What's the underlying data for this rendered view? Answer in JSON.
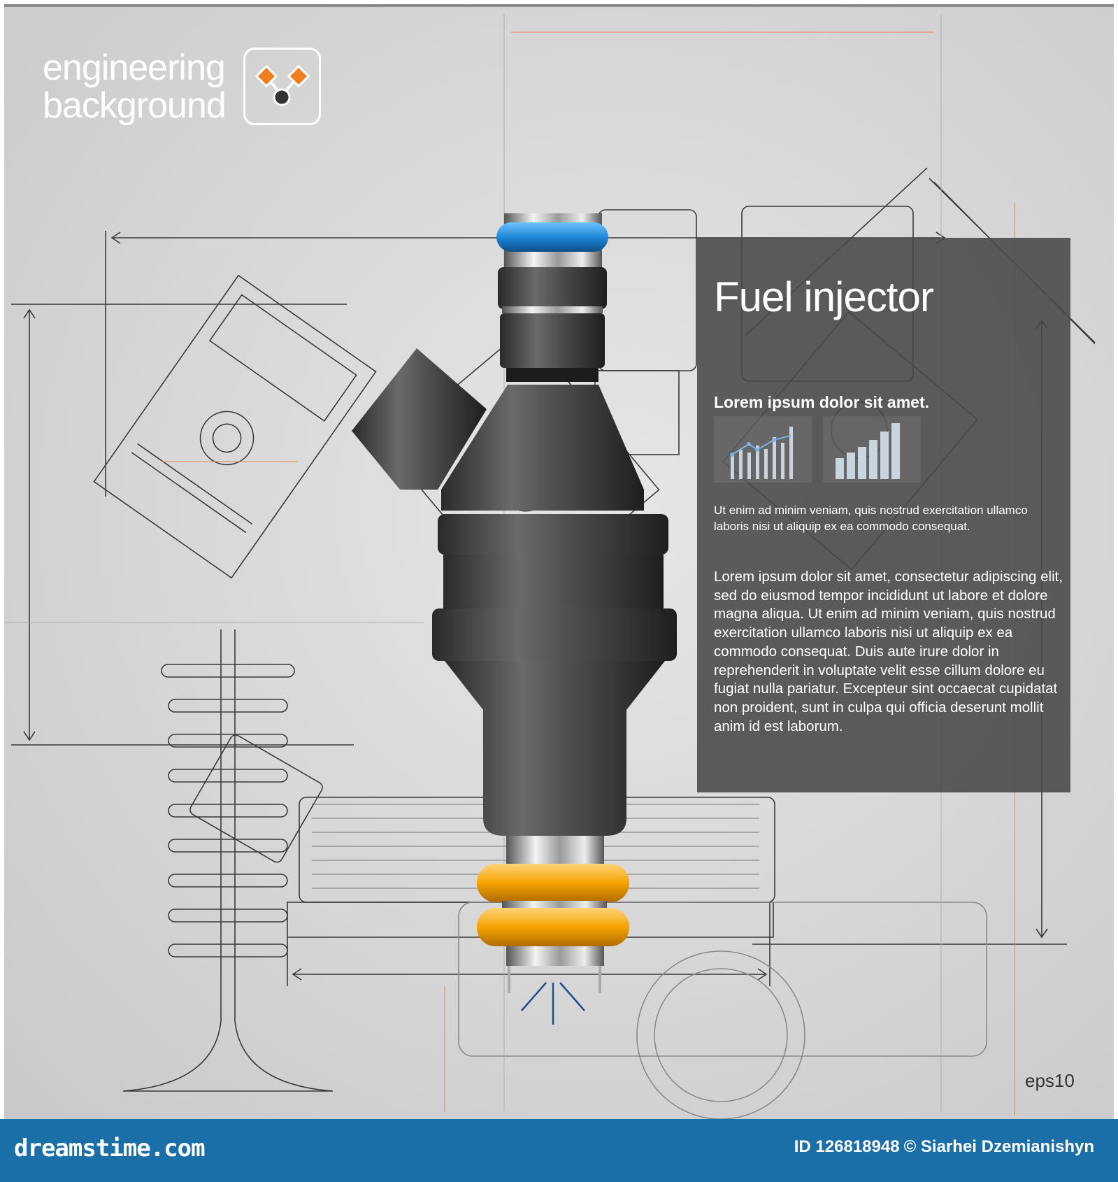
{
  "brand": {
    "line1": "engineering",
    "line2": "background",
    "icon": "network-icon",
    "accent_color": "#ef7d22"
  },
  "panel": {
    "title": "Fuel injector",
    "subtitle": "Lorem ipsum dolor sit amet.",
    "small_text": "Ut enim ad minim veniam, quis nostrud exercitation ullamco laboris nisi ut aliquip ex ea commodo consequat.",
    "body_text": "Lorem ipsum dolor sit amet, consectetur adipiscing elit, sed do eiusmod tempor incididunt ut labore et dolore magna aliqua. Ut enim ad minim veniam, quis nostrud exercitation ullamco laboris nisi ut aliquip ex ea commodo consequat. Duis aute irure dolor in reprehenderit in voluptate velit esse cillum dolore eu fugiat nulla pariatur. Excepteur sint occaecat cupidatat non proident, sunt in culpa qui officia deserunt mollit anim id est laborum."
  },
  "colors": {
    "panel_bg": "#484848",
    "seal_top": "#2a8fd8",
    "seal_bottom": "#f5a300",
    "footer_bg": "#1b6fa8"
  },
  "eps_label": "eps10",
  "footer": {
    "logo": "dreamstime.com",
    "id_label": "ID 126818948",
    "credit": "© Siarhei Dzemianishyn"
  }
}
